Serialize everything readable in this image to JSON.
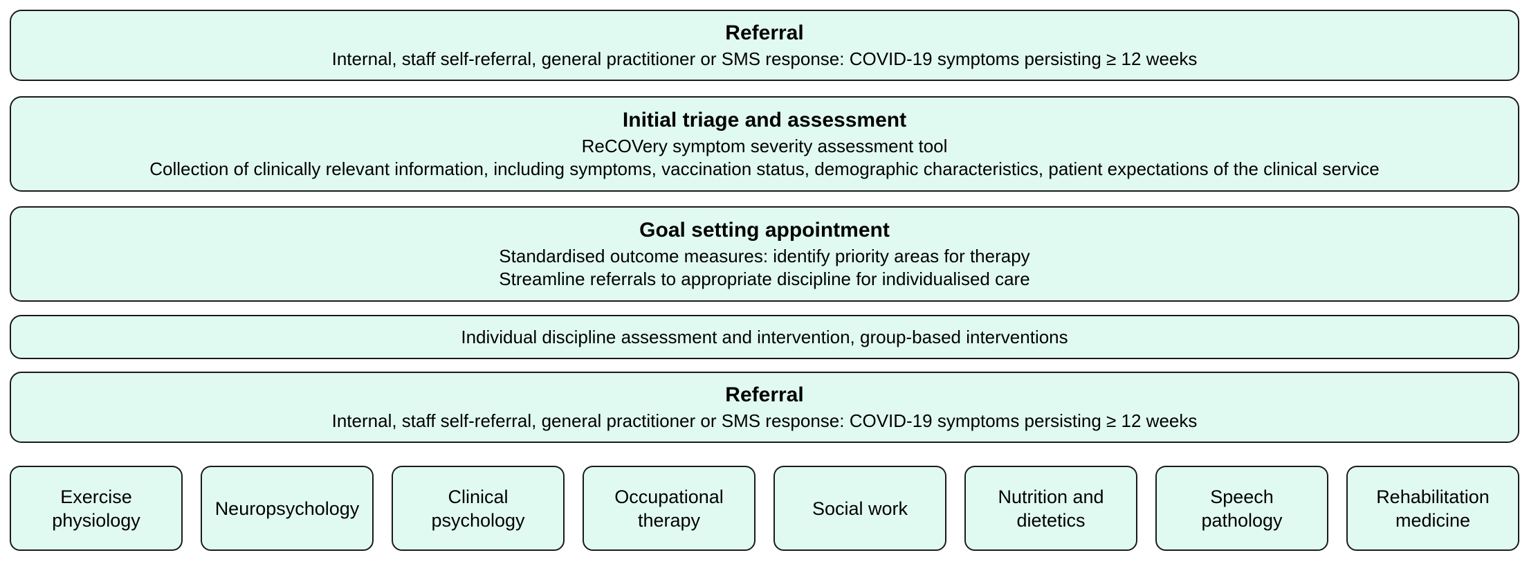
{
  "diagram": {
    "flow_boxes": [
      {
        "title": "Referral",
        "lines": [
          "Internal, staff self-referral, general practitioner or SMS response: COVID-19 symptoms persisting ≥ 12 weeks"
        ]
      },
      {
        "title": "Initial triage and assessment",
        "lines": [
          "ReCOVery symptom severity assessment tool",
          "Collection of clinically relevant information, including symptoms, vaccination status, demographic characteristics, patient expectations of the clinical service"
        ]
      },
      {
        "title": "Goal setting appointment",
        "lines": [
          "Standardised outcome measures: identify priority areas for therapy",
          "Streamline referrals to appropriate discipline for individualised care"
        ]
      },
      {
        "title": null,
        "lines": [
          "Individual discipline assessment and intervention, group-based interventions"
        ]
      },
      {
        "title": "Referral",
        "lines": [
          "Internal, staff self-referral, general practitioner or SMS response: COVID-19 symptoms persisting ≥ 12 weeks"
        ]
      }
    ],
    "disciplines": [
      "Exercise physiology",
      "Neuropsychology",
      "Clinical psychology",
      "Occupational therapy",
      "Social work",
      "Nutrition and dietetics",
      "Speech pathology",
      "Rehabilitation medicine"
    ]
  },
  "colors": {
    "box_fill": "#e1faf1",
    "box_border": "#1a1a1a",
    "text": "#000000",
    "background": "#ffffff"
  }
}
